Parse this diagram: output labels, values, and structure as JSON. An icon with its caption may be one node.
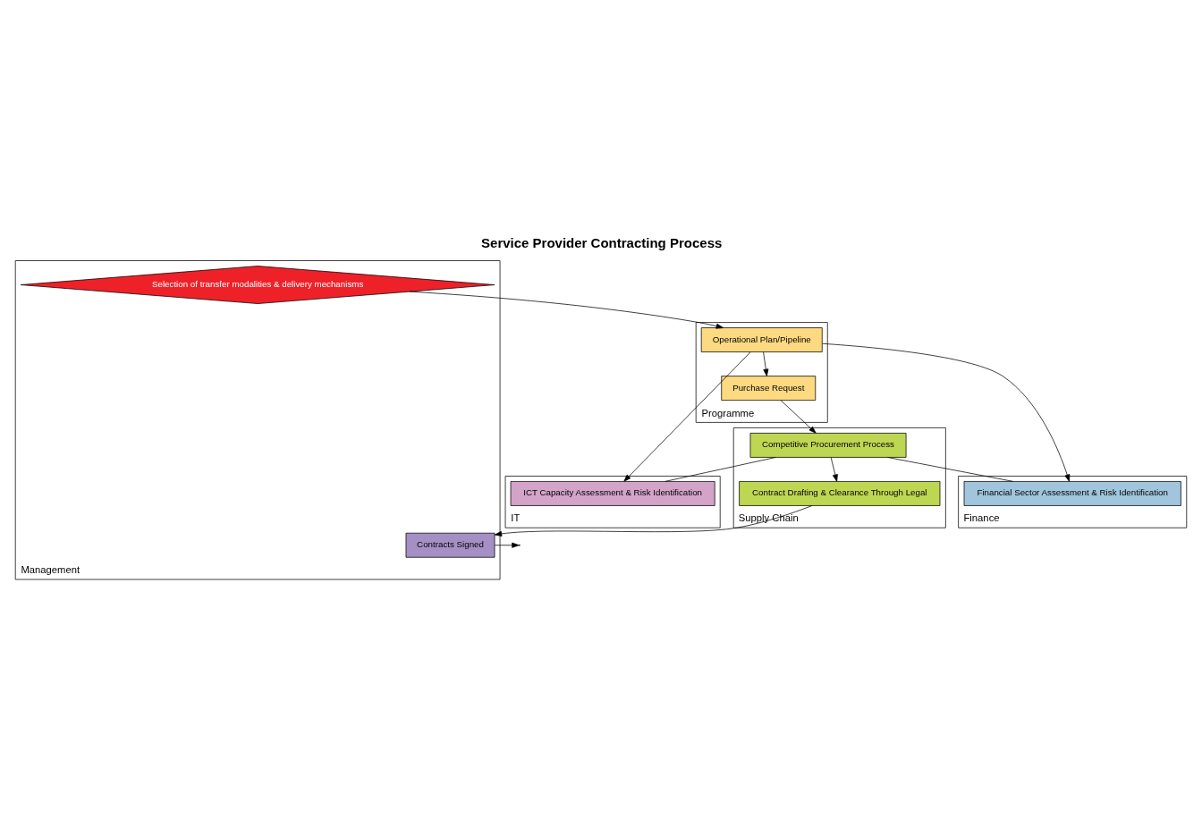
{
  "diagram": {
    "title": "Service Provider Contracting Process",
    "nodes": [
      {
        "text": [
          "Management"
        ]
      },
      {
        "text": [
          "Programme"
        ]
      },
      {
        "text": [
          "Supply Chain"
        ]
      },
      {
        "text": [
          "Finance"
        ]
      },
      {
        "text": [
          "IT"
        ]
      },
      {
        "text": [
          "Selection of transfer modalities & delivery mechanisms"
        ],
        "in": 0
      },
      {
        "text": [
          "Contracts Signed"
        ],
        "in": 0
      },
      {
        "text": [
          "Operational Plan/Pipeline"
        ],
        "in": 1
      },
      {
        "text": [
          "Purchase Request"
        ],
        "in": 1
      },
      {
        "text": [
          "Competitive Procurement Process"
        ],
        "in": 2
      },
      {
        "text": [
          "Contract Drafting & Clearance Through Legal"
        ],
        "in": 2
      },
      {
        "text": [
          "Financial Sector Assessment & Risk Identification"
        ],
        "in": 3
      },
      {
        "text": [
          "ICT Capacity Assessment & Risk Identification"
        ],
        "in": 4
      }
    ],
    "edges": [
      {
        "from": 5,
        "to": 7,
        "arrow": "to"
      },
      {
        "from": 7,
        "to": 8,
        "arrow": "to"
      },
      {
        "from": 7,
        "to": 11,
        "arrow": "to"
      },
      {
        "from": 7,
        "to": 12,
        "arrow": "to"
      },
      {
        "from": 8,
        "to": 9,
        "arrow": "to"
      },
      {
        "from": 9,
        "to": 10,
        "arrow": "to"
      },
      {
        "from": 10,
        "to": 6,
        "arrow": "to"
      },
      {
        "from": 9,
        "to": 11,
        "arrow": "none"
      },
      {
        "from": 9,
        "to": 12,
        "arrow": "none"
      },
      {
        "from": 6,
        "to": null,
        "arrow": "to"
      }
    ]
  }
}
